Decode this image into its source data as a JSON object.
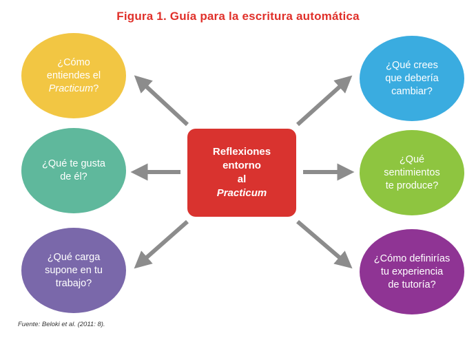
{
  "title": "Figura 1. Guía para la escritura automática",
  "center": {
    "line1": "Reflexiones",
    "line2": "entorno",
    "line3": "al",
    "line4": "Practicum"
  },
  "bubbles": {
    "top_left": {
      "line1": "¿Cómo",
      "line2": "entiendes el",
      "line3_italic": "Practicum",
      "line3_suffix": "?"
    },
    "mid_left": {
      "line1": "¿Qué te gusta",
      "line2": "de él?"
    },
    "bottom_left": {
      "line1": "¿Qué carga",
      "line2": "supone en tu",
      "line3": "trabajo?"
    },
    "top_right": {
      "line1": "¿Qué crees",
      "line2": "que debería",
      "line3": "cambiar?"
    },
    "mid_right": {
      "line1": "¿Qué",
      "line2": "sentimientos",
      "line3": "te produce?"
    },
    "bottom_right": {
      "line1": "¿Cómo definirías",
      "line2": "tu experiencia",
      "line3": "de tutoría?"
    }
  },
  "source": "Fuente: Beloki et al. (2011: 8).",
  "colors": {
    "title": "#e0302a",
    "center": "#d9332f",
    "arrow": "#8c8c8c",
    "top_left": "#f2c643",
    "mid_left": "#5fb89c",
    "bottom_left": "#7a68aa",
    "top_right": "#3aace0",
    "mid_right": "#8ec540",
    "bottom_right": "#8f3494"
  }
}
